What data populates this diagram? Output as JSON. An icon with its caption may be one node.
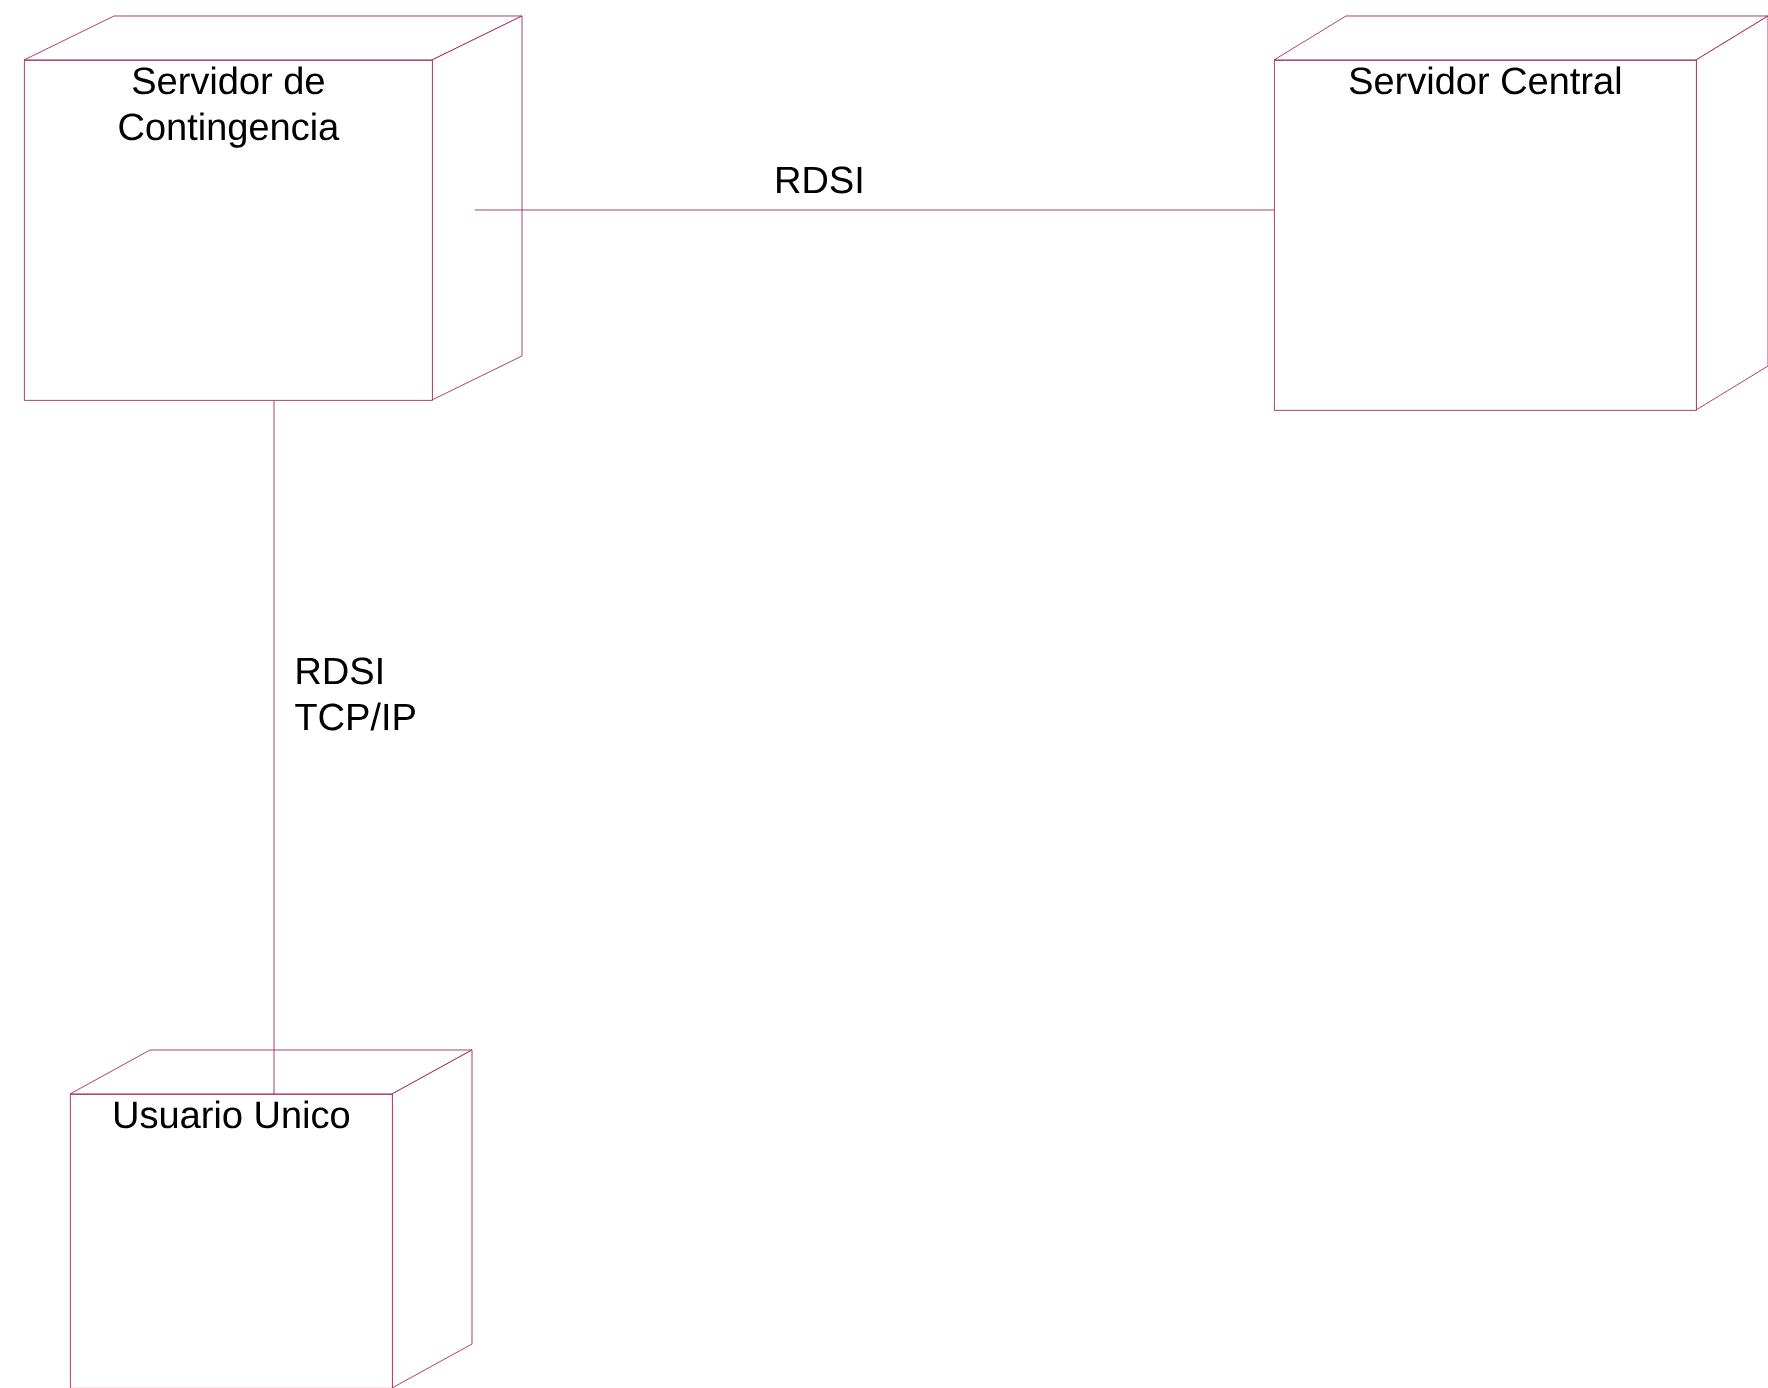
{
  "diagram": {
    "nodes": [
      {
        "text": [
          "Servidor de Contingencia"
        ]
      },
      {
        "text": [
          "Servidor Central"
        ]
      },
      {
        "text": [
          "Usuario Unico"
        ]
      }
    ],
    "edges": [
      {
        "from": 0,
        "to": 1,
        "arrow": "none",
        "label": "RDSI"
      },
      {
        "from": 0,
        "to": 2,
        "arrow": "none",
        "label": "RDSI TCP/IP"
      }
    ]
  }
}
